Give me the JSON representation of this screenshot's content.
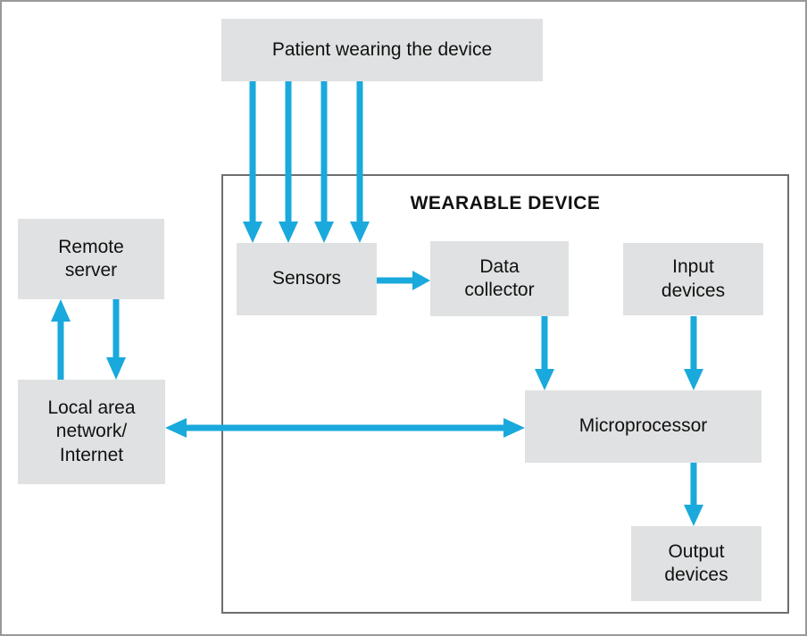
{
  "diagram": {
    "container_label": "WEARABLE DEVICE",
    "nodes": {
      "patient": {
        "label": "Patient wearing the device"
      },
      "remote_server": {
        "label": "Remote\nserver"
      },
      "sensors": {
        "label": "Sensors"
      },
      "data_collector": {
        "label": "Data\ncollector"
      },
      "input_devices": {
        "label": "Input\ndevices"
      },
      "lan": {
        "label": "Local area\nnetwork/\nInternet"
      },
      "microprocessor": {
        "label": "Microprocessor"
      },
      "output_devices": {
        "label": "Output\ndevices"
      }
    },
    "edges": [
      {
        "from": "patient",
        "to": "sensors",
        "direction": "down",
        "count": 4
      },
      {
        "from": "sensors",
        "to": "data_collector",
        "direction": "right",
        "count": 1
      },
      {
        "from": "data_collector",
        "to": "microprocessor",
        "direction": "down",
        "count": 1
      },
      {
        "from": "input_devices",
        "to": "microprocessor",
        "direction": "down",
        "count": 1
      },
      {
        "from": "microprocessor",
        "to": "output_devices",
        "direction": "down",
        "count": 1
      },
      {
        "from": "lan",
        "to": "remote_server",
        "direction": "up",
        "count": 1
      },
      {
        "from": "remote_server",
        "to": "lan",
        "direction": "down",
        "count": 1
      },
      {
        "from": "lan",
        "to": "microprocessor",
        "direction": "both",
        "count": 1
      }
    ],
    "colors": {
      "arrow": "#1aa9dc",
      "box_fill": "#e0e1e2",
      "container_border": "#6d6e70",
      "outer_border": "#97999c",
      "text": "#111111"
    }
  }
}
